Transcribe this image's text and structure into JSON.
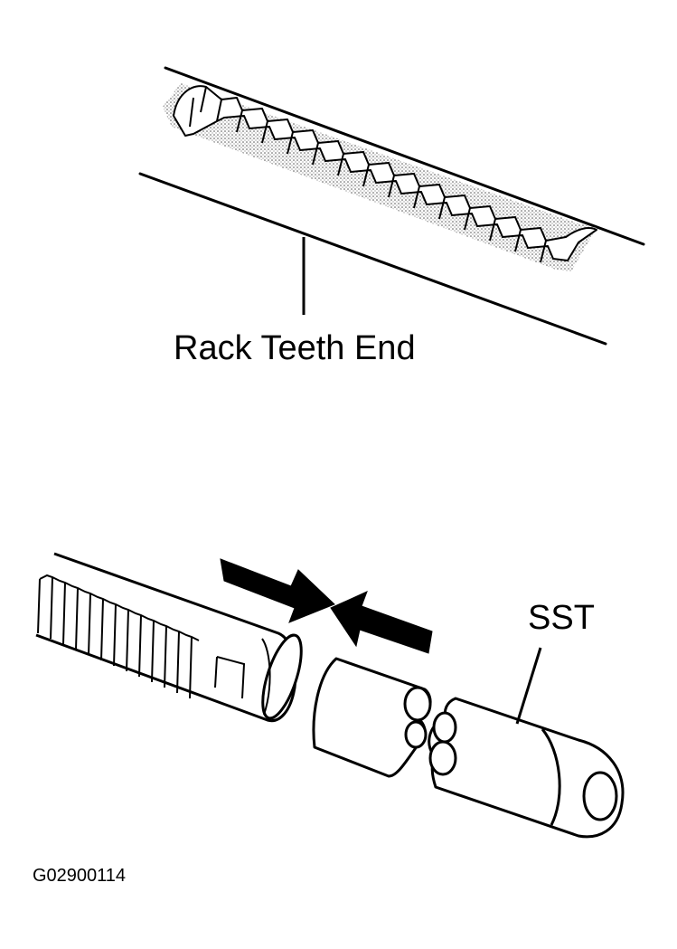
{
  "figure": {
    "labels": {
      "rack_teeth_end": "Rack Teeth End",
      "sst": "SST",
      "figure_code": "G02900114"
    },
    "colors": {
      "ink": "#000000",
      "paper": "#ffffff",
      "stipple": "#8a8a8a"
    }
  }
}
